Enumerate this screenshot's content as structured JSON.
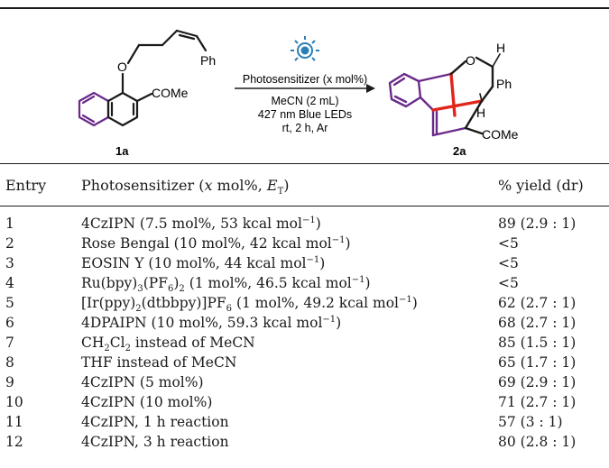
{
  "scheme": {
    "reactant_label": "1a",
    "product_label": "2a",
    "reactant_substituents": {
      "ketone": "COMe",
      "phenyl": "Ph",
      "oxygen": "O"
    },
    "product_substituents": {
      "ketone": "COMe",
      "phenyl": "Ph",
      "oxygen": "O",
      "h_top": "H",
      "h_mid": "H"
    },
    "conditions": [
      "MeCN (2 mL)",
      "427 nm Blue LEDs",
      "rt, 2 h, Ar"
    ],
    "arrow_label": "Photosensitizer (x mol%)",
    "bond_color": "#e1251b",
    "scaffold_color": "#6a2a8a",
    "lamp_icon": "light-bulb-icon",
    "lamp_color": "#2a7fb8"
  },
  "table": {
    "headers": {
      "entry": "Entry",
      "photosensitizer_main": "Photosensitizer (",
      "photosensitizer_x": "x",
      "photosensitizer_mid": " mol%, ",
      "photosensitizer_E": "E",
      "photosensitizer_sub": "T",
      "photosensitizer_end": ")",
      "yield": "% yield (dr)"
    },
    "rows": [
      {
        "entry": "1",
        "ps": "4CzIPN (7.5 mol%, 53 kcal mol",
        "sup": "−1",
        "tail": ")",
        "yield": "89 (2.9 : 1)"
      },
      {
        "entry": "2",
        "ps": "Rose Bengal (10 mol%, 42 kcal mol",
        "sup": "−1",
        "tail": ")",
        "yield": "<5"
      },
      {
        "entry": "3",
        "ps": "EOSIN Y (10 mol%, 44 kcal mol",
        "sup": "−1",
        "tail": ")",
        "yield": "<5"
      },
      {
        "entry": "4",
        "ps": "Ru(bpy)",
        "yield": "<5"
      },
      {
        "entry": "5",
        "ps": "[Ir(ppy)",
        "yield": "62 (2.7 : 1)"
      },
      {
        "entry": "6",
        "ps": "4DPAIPN (10 mol%, 59.3 kcal mol",
        "sup": "−1",
        "tail": ")",
        "yield": "68 (2.7 : 1)"
      },
      {
        "entry": "7",
        "ps": "CH",
        "yield": "85 (1.5 : 1)"
      },
      {
        "entry": "8",
        "ps": "THF instead of MeCN",
        "yield": "65 (1.7 : 1)"
      },
      {
        "entry": "9",
        "ps": "4CzIPN (5 mol%)",
        "yield": "69 (2.9 : 1)"
      },
      {
        "entry": "10",
        "ps": "4CzIPN (10 mol%)",
        "yield": "71 (2.7 : 1)"
      },
      {
        "entry": "11",
        "ps": "4CzIPN, 1 h reaction",
        "yield": "57 (3 : 1)"
      },
      {
        "entry": "12",
        "ps": "4CzIPN, 3 h reaction",
        "yield": "80 (2.8 : 1)"
      }
    ],
    "row4": {
      "p1": "Ru(bpy)",
      "s1": "3",
      "p2": "(PF",
      "s2": "6",
      "p3": ")",
      "s3": "2",
      "p4": " (1 mol%, 46.5 kcal mol",
      "sup": "−1",
      "p5": ")"
    },
    "row5": {
      "p1": "[Ir(ppy)",
      "s1": "2",
      "p2": "(dtbbpy)]PF",
      "s2": "6",
      "p3": " (1 mol%, 49.2 kcal mol",
      "sup": "−1",
      "p4": ")"
    },
    "row7": {
      "p1": "CH",
      "s1": "2",
      "p2": "Cl",
      "s2": "2",
      "p3": " instead of MeCN"
    }
  }
}
